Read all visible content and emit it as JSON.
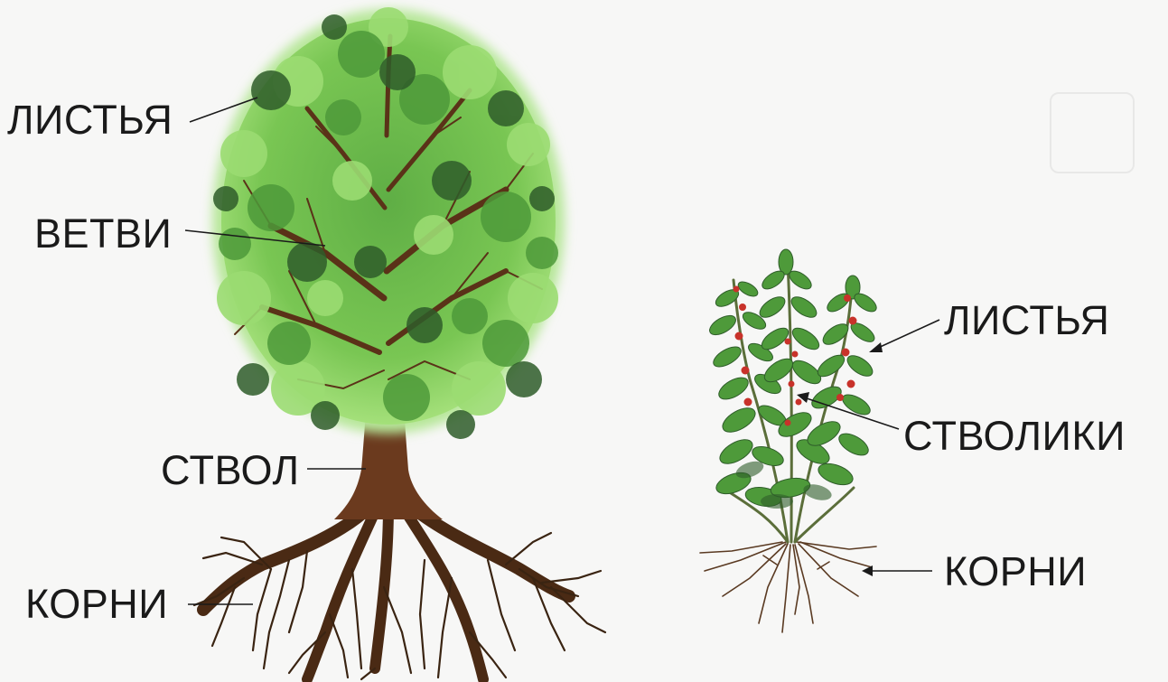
{
  "colors": {
    "background": "#f7f7f6",
    "leaf_dark": "#2f5d2a",
    "leaf_mid": "#4e9a3a",
    "leaf_light": "#8fd46a",
    "trunk": "#6b3a1e",
    "berry": "#c8322a",
    "label_text": "#1a1a1a"
  },
  "tree": {
    "labels": {
      "leaves": "ЛИСТЬЯ",
      "branches": "ВЕТВИ",
      "trunk": "СТВОЛ",
      "roots": "КОРНИ"
    }
  },
  "shrub": {
    "labels": {
      "leaves": "ЛИСТЬЯ",
      "stems": "СТВОЛИКИ",
      "roots": "КОРНИ"
    }
  }
}
